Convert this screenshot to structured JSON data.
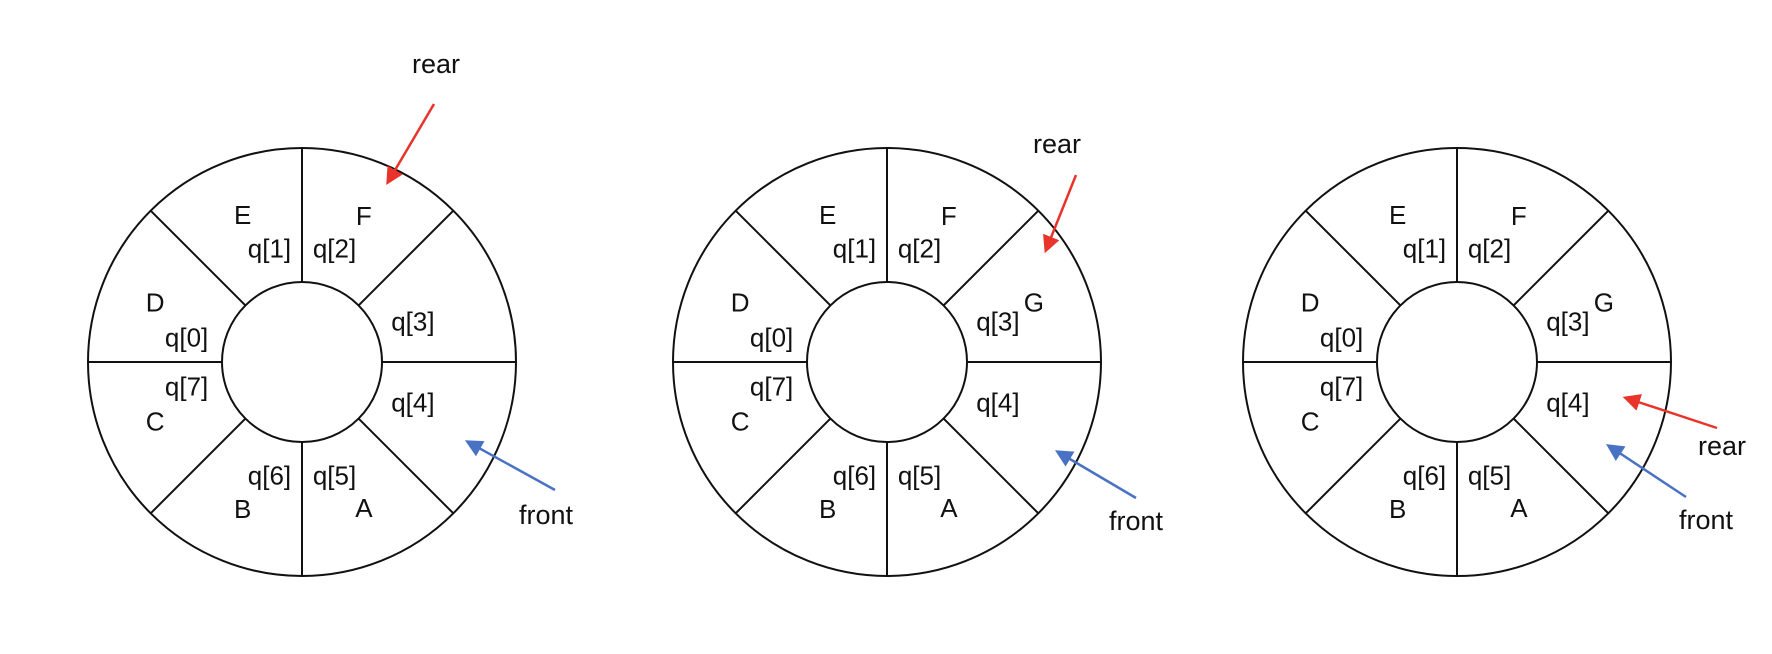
{
  "diagrams": [
    {
      "cells": [
        "D",
        "E",
        "F",
        "",
        "",
        "A",
        "B",
        "C"
      ],
      "indices": [
        "q[0]",
        "q[1]",
        "q[2]",
        "q[3]",
        "q[4]",
        "q[5]",
        "q[6]",
        "q[7]"
      ],
      "pointers": [
        {
          "label": "rear",
          "color": "#e8342a"
        },
        {
          "label": "front",
          "color": "#4a72c4"
        }
      ]
    },
    {
      "cells": [
        "D",
        "E",
        "F",
        "G",
        "",
        "A",
        "B",
        "C"
      ],
      "indices": [
        "q[0]",
        "q[1]",
        "q[2]",
        "q[3]",
        "q[4]",
        "q[5]",
        "q[6]",
        "q[7]"
      ],
      "pointers": [
        {
          "label": "rear",
          "color": "#e8342a"
        },
        {
          "label": "front",
          "color": "#4a72c4"
        }
      ]
    },
    {
      "cells": [
        "D",
        "E",
        "F",
        "G",
        "",
        "A",
        "B",
        "C"
      ],
      "indices": [
        "q[0]",
        "q[1]",
        "q[2]",
        "q[3]",
        "q[4]",
        "q[5]",
        "q[6]",
        "q[7]"
      ],
      "pointers": [
        {
          "label": "rear",
          "color": "#e8342a"
        },
        {
          "label": "front",
          "color": "#4a72c4"
        }
      ]
    }
  ]
}
